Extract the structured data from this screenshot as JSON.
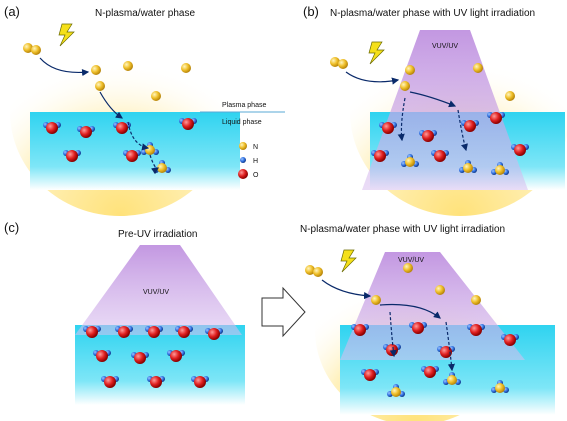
{
  "panels": {
    "a": {
      "letter": "(a)",
      "title": "N-plasma/water phase",
      "plasma_phase": "Plasma phase",
      "liquid_phase": "Liquid phase"
    },
    "b": {
      "letter": "(b)",
      "title": "N-plasma/water phase with UV light irradiation",
      "uv_label": "VUV/UV"
    },
    "c": {
      "letter": "(c)",
      "left_title": "Pre-UV irradiation",
      "left_uv_label": "VUV/UV",
      "right_title": "N-plasma/water phase with UV light irradiation",
      "right_uv_label": "VUV/UV"
    }
  },
  "legend": {
    "items": [
      {
        "symbol": "N",
        "color": "#e6b422"
      },
      {
        "symbol": "H",
        "color": "#2f6fe0"
      },
      {
        "symbol": "O",
        "color": "#e02020"
      }
    ]
  },
  "colors": {
    "plasma_glow": "#fff0b0",
    "water": "#4fd8f0",
    "uv_beam": "#c9a0e6",
    "nitrogen": "#e6b422",
    "hydrogen": "#2f6fe0",
    "oxygen": "#e02020",
    "arrow": "#0a2a6a"
  }
}
